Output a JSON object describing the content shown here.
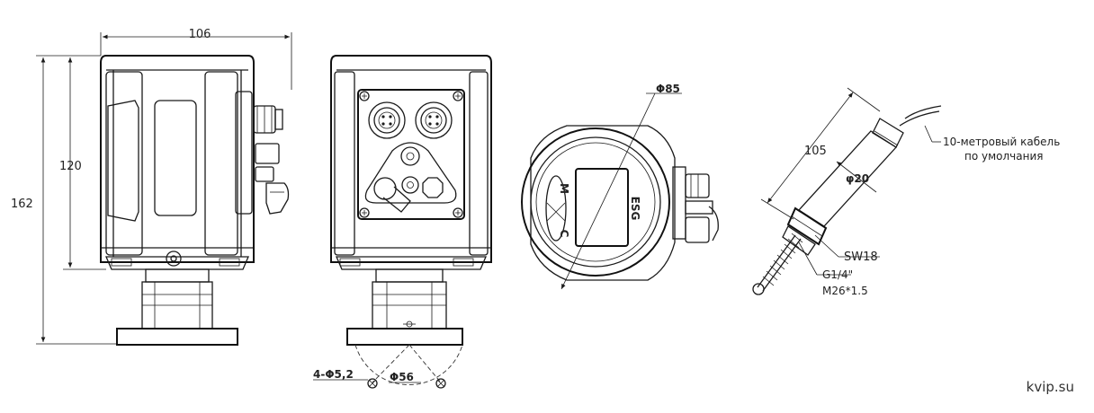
{
  "dimensions": {
    "width": "106",
    "height_total": "162",
    "height_body": "120",
    "display_diameter": "Φ85",
    "probe_length": "105",
    "probe_diameter": "φ20",
    "wrench_size": "SW18",
    "thread_1": "G1/4\"",
    "thread_2": "M26*1.5",
    "holes": "4-Φ5,2",
    "bolt_circle": "Φ56"
  },
  "cable_note": {
    "line1": "10-метровый кабель",
    "line2": "по умолчания"
  },
  "display": {
    "key_m": "M",
    "key_c": "C",
    "logo": "ESG"
  },
  "watermark": "kvip.su"
}
